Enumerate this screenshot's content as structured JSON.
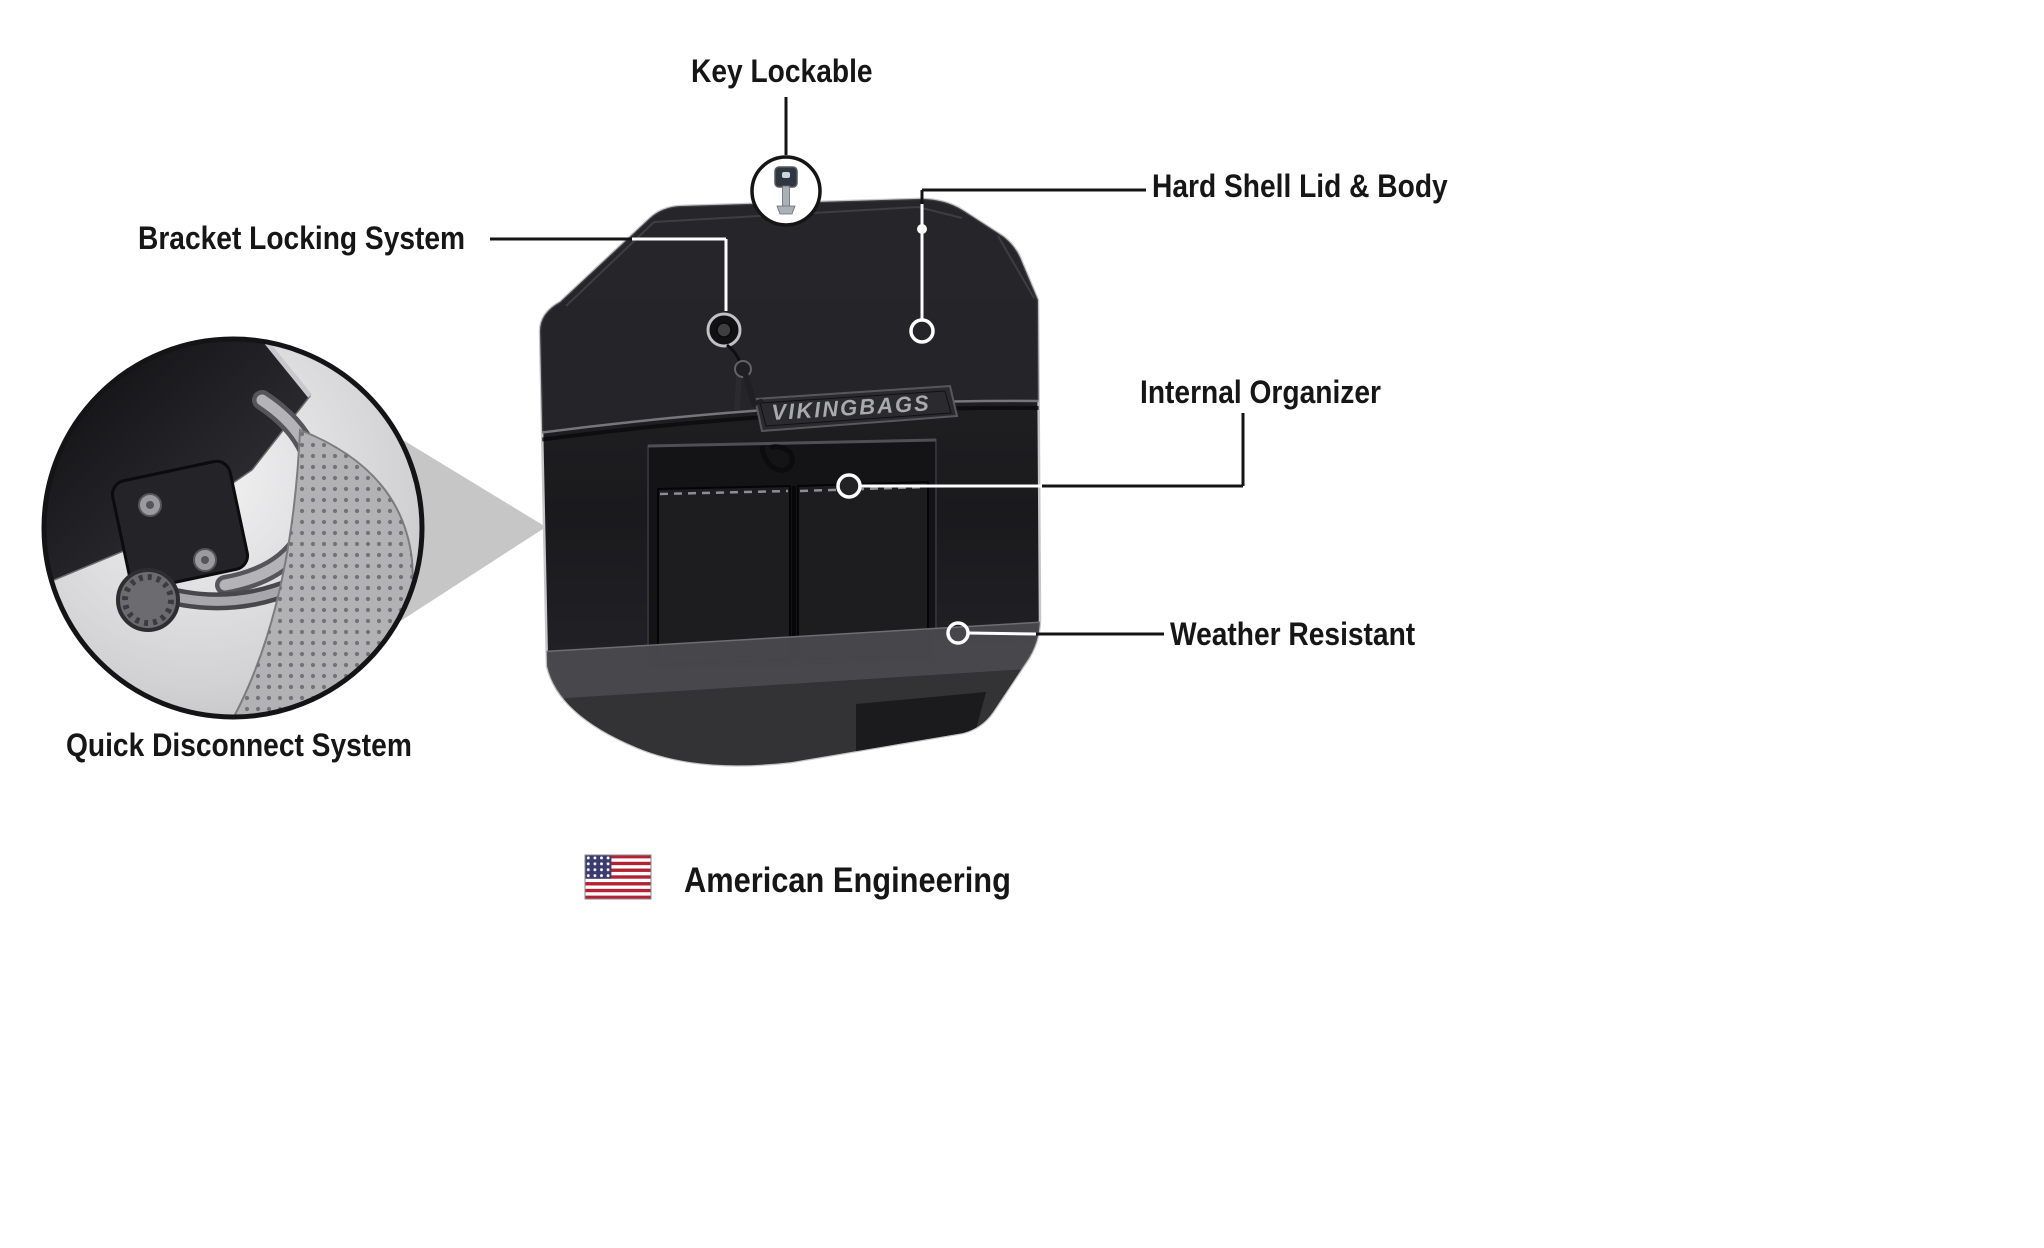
{
  "page": {
    "background": "#ffffff"
  },
  "colors": {
    "label_text": "#161616",
    "case_body": "#1e1e20",
    "callout_line_dark": "#141414",
    "callout_line_light": "#ffffff",
    "beam_gray": "#c6c6c6",
    "flag_red": "#b22234",
    "flag_blue": "#3c3b6e"
  },
  "callouts": {
    "key_lockable": "Key Lockable",
    "hard_shell_lid_body": "Hard Shell Lid & Body",
    "bracket_locking_system": "Bracket Locking System",
    "internal_organizer": "Internal Organizer",
    "weather_resistant": "Weather Resistant",
    "quick_disconnect_system": "Quick Disconnect System",
    "american_engineering": "American Engineering"
  },
  "product": {
    "brand_logo": "VIKINGBAGS"
  },
  "icons": {
    "key": "key-icon",
    "us_flag": "us-flag-icon",
    "lock_keyhole": "keyhole-icon"
  }
}
